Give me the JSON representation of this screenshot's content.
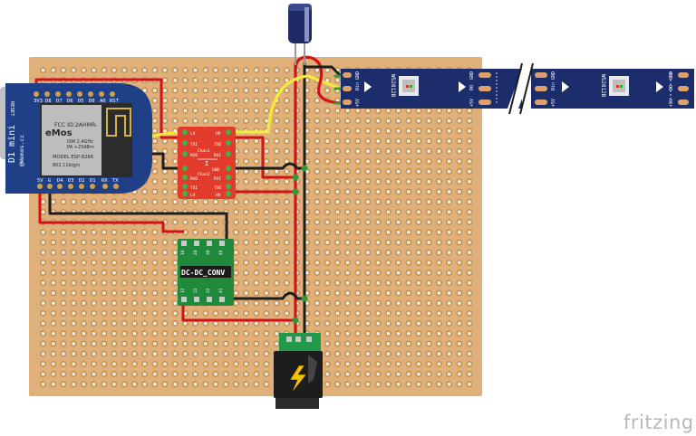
{
  "brand": "fritzing",
  "d1mini": {
    "pins_top": [
      "3V3",
      "D8",
      "D7",
      "D6",
      "D5",
      "D0",
      "A0",
      "RST"
    ],
    "pins_bottom": [
      "5V",
      "G",
      "D4",
      "D3",
      "D2",
      "D1",
      "RX",
      "TX"
    ],
    "reset_label": "RESET",
    "module_model": "MODEL ESP-8266",
    "module_fcc": "FCC ID:2AHMR-",
    "module_logo": "eMos",
    "module_ism": "ISM 2.4GHz",
    "module_pa": "PA +25dBm",
    "module_standard": "802.11b/g/n",
    "board_name": "D1 mini",
    "board_brand": "@Wemos.cc"
  },
  "level_shifter": {
    "left_pins": [
      "LV",
      "TXI",
      "RXO",
      "",
      "RXO",
      "TXI",
      "LV"
    ],
    "right_pins": [
      "HV",
      "TXO",
      "RXI",
      "GND",
      "RXI",
      "TXO",
      "HV"
    ],
    "chan1": "Chan1",
    "chan2": "Chan2",
    "center": "I",
    "gnd": "GND"
  },
  "dcdc": {
    "label": "DC-DC_CONV",
    "top_pins": [
      "1O",
      "2O",
      "3O",
      "4O"
    ],
    "bottom_pins": [
      "1I",
      "2I",
      "3I",
      "4I"
    ]
  },
  "led_strip": {
    "chip": "WS2812B",
    "pins_in": [
      "+5V",
      "Din",
      "GND"
    ],
    "pins_out": [
      "+5V",
      "DO",
      "GND"
    ]
  },
  "colors": {
    "perfboard": "#dfb07a",
    "wire_red": "#d0131a",
    "wire_black": "#1d1d1d",
    "wire_yellow": "#f2ea3a",
    "wire_green": "#2f9a3a",
    "d1mini_blue": "#1f3f86",
    "ls_red": "#e23b2c",
    "dcdc_green": "#1f8a3a",
    "strip_blue": "#1c2d6b",
    "jack_green": "#23974a"
  }
}
